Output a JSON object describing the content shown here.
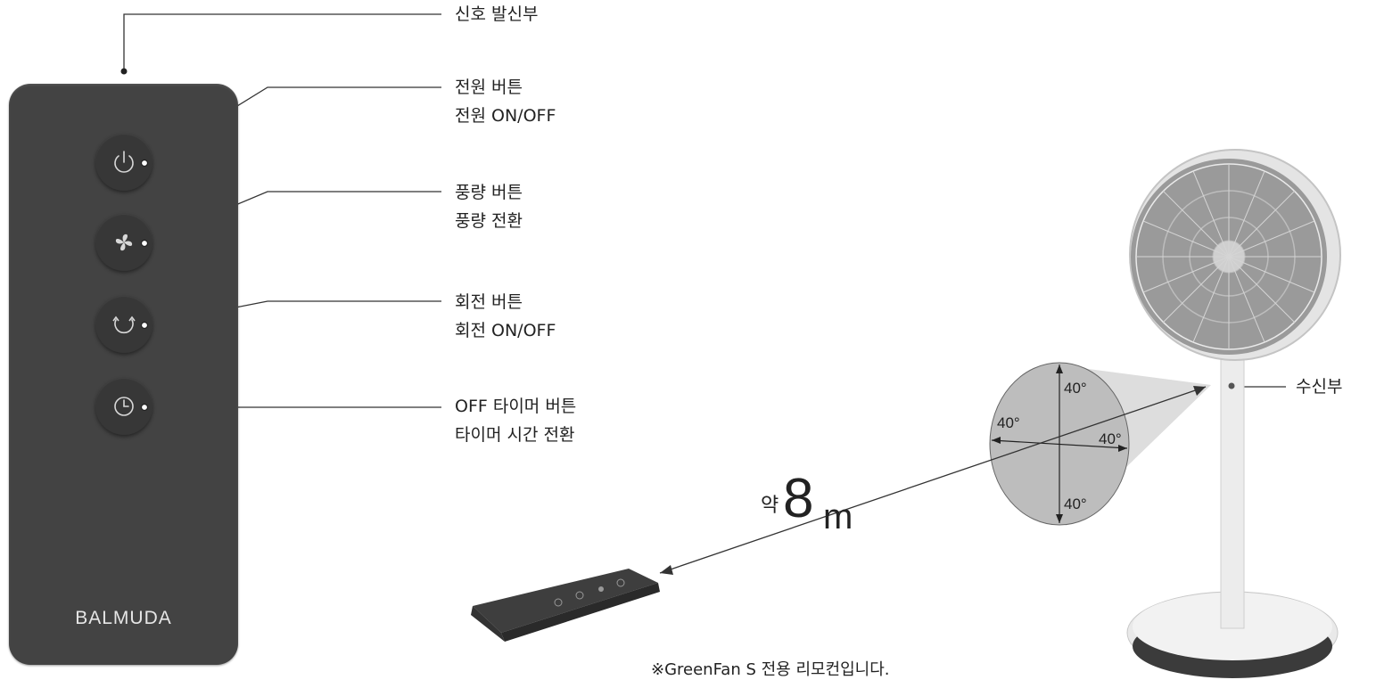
{
  "labels": {
    "signal": "신호 발신부",
    "power_title": "전원  버튼",
    "power_desc": "전원 ON/OFF",
    "fan_title": "풍량 버튼",
    "fan_desc": "풍량 전환",
    "rotate_title": "회전 버튼",
    "rotate_desc": "회전 ON/OFF",
    "timer_title": "OFF 타이머 버튼",
    "timer_desc": "타이머 시간 전환",
    "receiver": "수신부"
  },
  "remote": {
    "brand": "BALMUDA",
    "body_color": "#434343",
    "buttons": [
      {
        "name": "power",
        "icon": "power-icon"
      },
      {
        "name": "fan",
        "icon": "fan-icon"
      },
      {
        "name": "rotate",
        "icon": "rotate-icon"
      },
      {
        "name": "timer",
        "icon": "clock-icon"
      }
    ]
  },
  "range": {
    "prefix": "약",
    "number": "8",
    "unit": "m",
    "angles": [
      "40°",
      "40°",
      "40°",
      "40°"
    ]
  },
  "notes": {
    "line1": "※GreenFan S 전용 리모컨입니다."
  }
}
